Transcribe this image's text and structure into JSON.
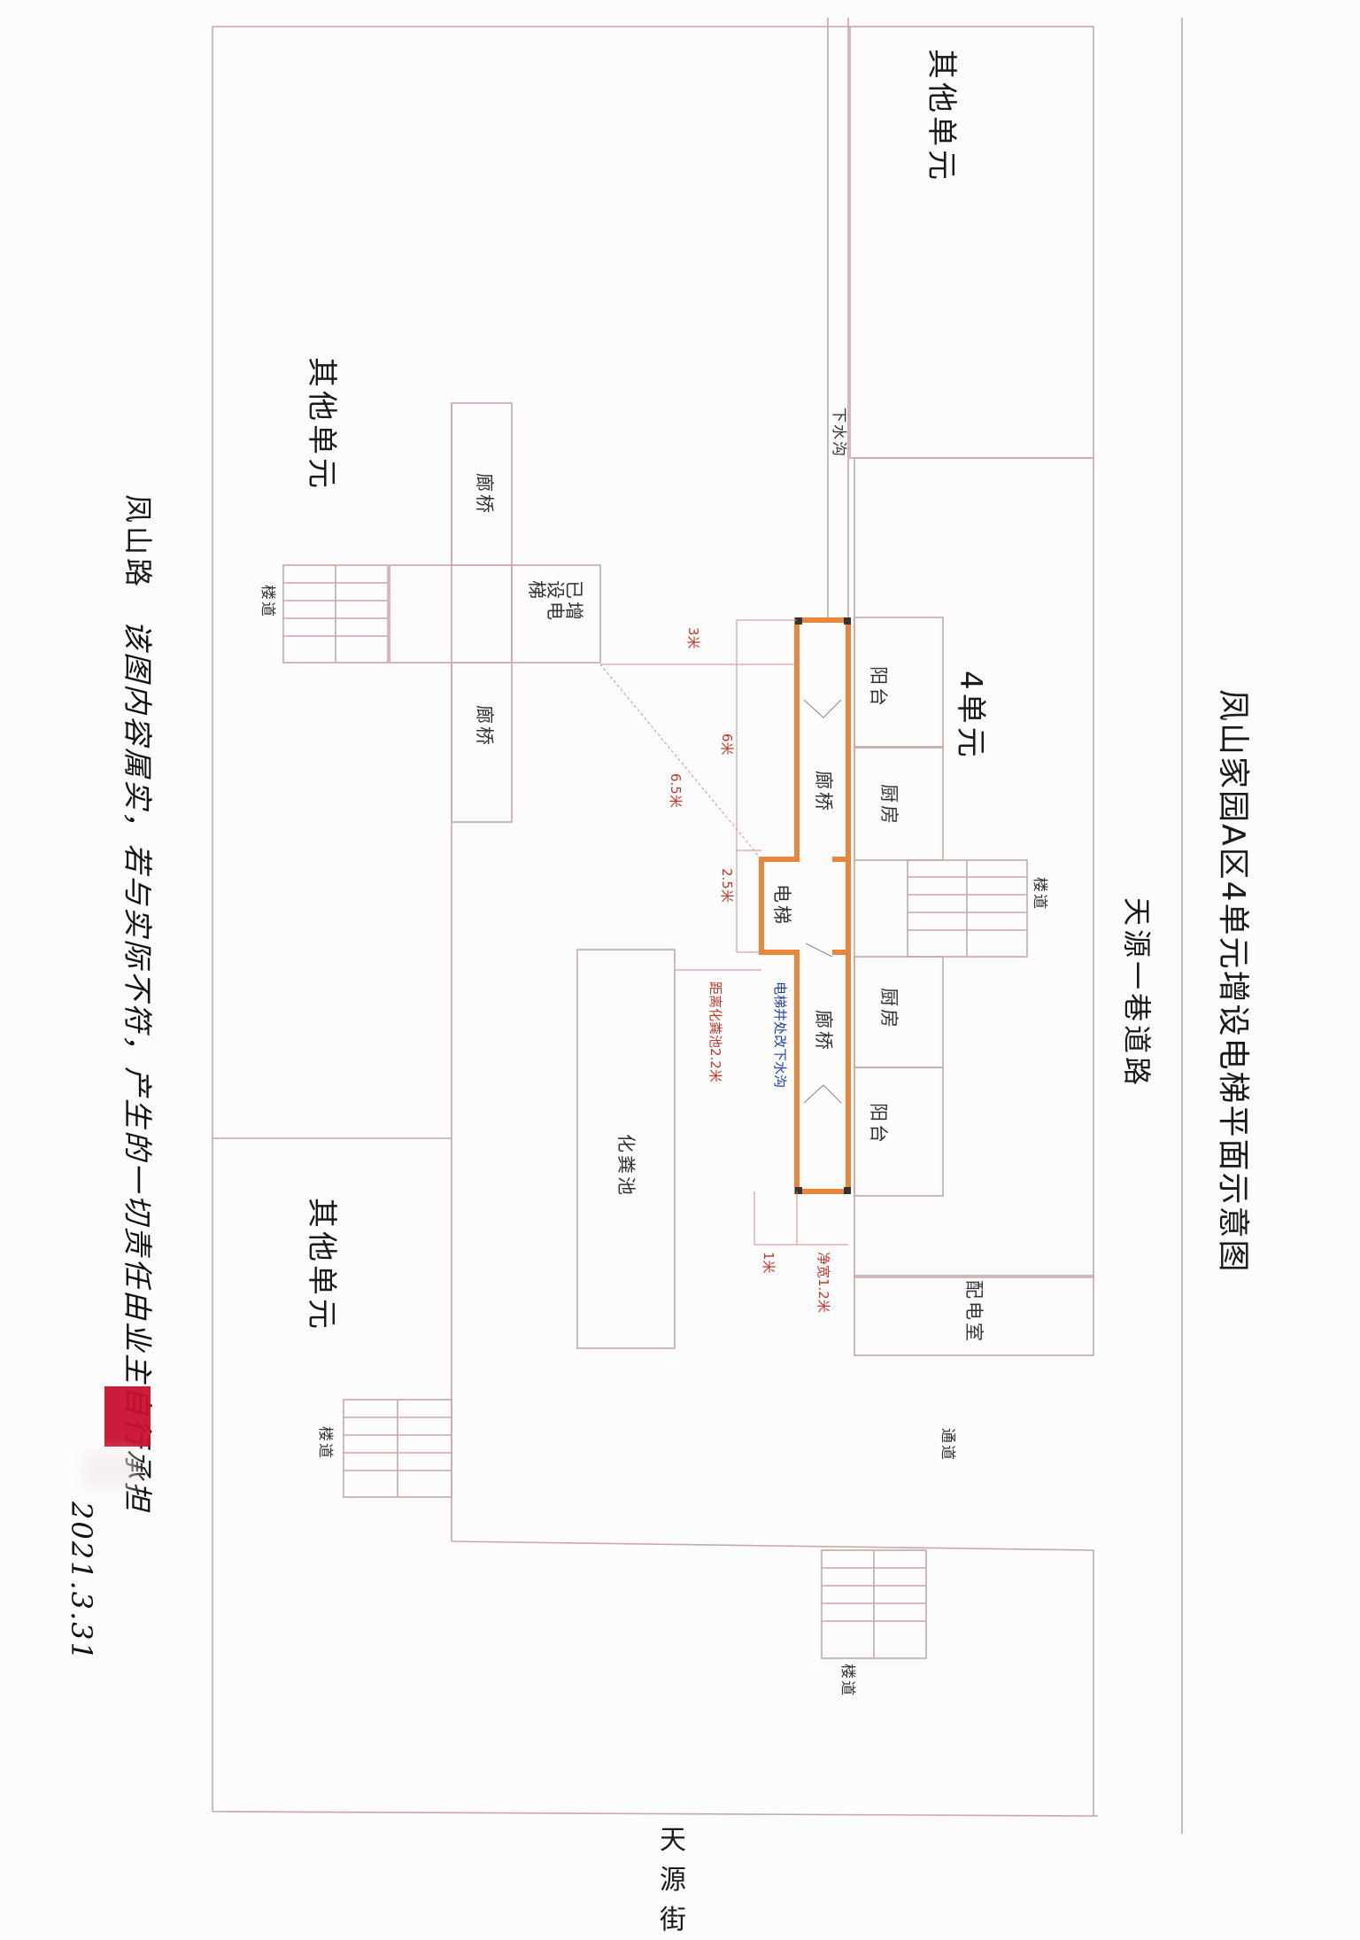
{
  "title": "凤山家园A区4单元增设电梯平面示意图",
  "road_top": "天源一巷道路",
  "road_left": "凤山路",
  "road_bottom": "天源街",
  "units": {
    "top": "其他单元",
    "middle": "其他单元",
    "bottom": "其他单元",
    "main": "4单元"
  },
  "labels": {
    "drain": "下水沟",
    "bridge": "廊桥",
    "existing_elevator": "已增设电梯",
    "stairs": "楼道",
    "balcony": "阳台",
    "kitchen": "厨房",
    "elevator": "电梯",
    "septic_tank": "化粪池",
    "distribution_room": "配电室",
    "passage": "通道"
  },
  "dimensions": {
    "d_3m": "3米",
    "d_6m": "6米",
    "d_6_5m": "6.5米",
    "d_2_5m": "2.5米",
    "d_1m": "1米",
    "clear_width": "净宽1.2米",
    "septic_distance": "距离化粪池2.2米",
    "drain_relocation": "电梯井处改下水沟"
  },
  "handwritten": {
    "note": "该图内容属实，若与实际不符，产生的一切责任由业主自行承担",
    "date": "2021.3.31"
  },
  "colors": {
    "line": "#c9a7a7",
    "elevator_wall": "#e8863c",
    "dimension": "#c0392b",
    "note_blue": "#1f3fa8"
  }
}
